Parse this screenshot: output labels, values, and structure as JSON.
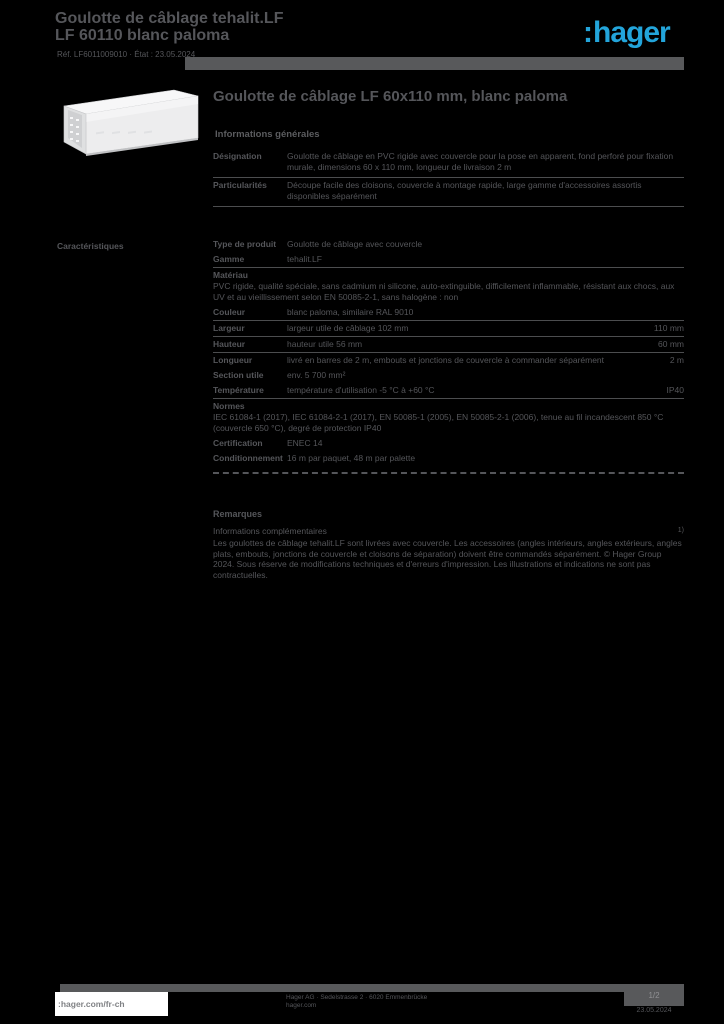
{
  "colors": {
    "background": "#000000",
    "text_gray": "#55565a",
    "band_gray": "#58595b",
    "logo_blue": "#23a5db",
    "footer_white": "#ffffff"
  },
  "header": {
    "title_line1": "Goulotte de câblage tehalit.LF",
    "title_line2": "LF 60110 blanc paloma",
    "meta_line": "Réf. LF6011009010 · État : 23.05.2024",
    "logo_colon": ":",
    "logo_text": "hager"
  },
  "product": {
    "title": "Goulotte de câblage LF 60x110 mm, blanc paloma",
    "section_label": "Informations générales",
    "info_rows": [
      {
        "label": "Désignation",
        "value": "Goulotte de câblage en PVC rigide avec couvercle pour la pose en apparent, fond perforé pour fixation murale, dimensions 60 x 110 mm, longueur de livraison 2 m"
      },
      {
        "label": "Particularités",
        "value": "Découpe facile des cloisons, couvercle à montage rapide, large gamme d'accessoires assortis disponibles séparément"
      }
    ]
  },
  "sidebar_label": "Caractéristiques",
  "specs": {
    "rows": [
      {
        "label": "Type de produit",
        "value": "Goulotte de câblage avec couvercle",
        "right": ""
      },
      {
        "label": "Gamme",
        "value": "tehalit.LF",
        "right": ""
      },
      {
        "label": "Matériau",
        "value": "PVC rigide, qualité spéciale, sans cadmium ni silicone, auto-extinguible, difficilement inflammable, résistant aux chocs, aux UV et au vieillissement selon EN 50085-2-1, sans halogène : non",
        "right": ""
      },
      {
        "label": "Couleur",
        "value": "blanc paloma, similaire RAL 9010",
        "right": ""
      },
      {
        "label": "Largeur",
        "value": "largeur utile de câblage 102 mm",
        "right": "110 mm"
      },
      {
        "label": "Hauteur",
        "value": "hauteur utile 56 mm",
        "right": "60 mm"
      },
      {
        "label": "Longueur",
        "value": "livré en barres de 2 m, embouts et jonctions de couvercle à commander séparément",
        "right": "2 m"
      },
      {
        "label": "Section utile",
        "value": "env. 5 700 mm²",
        "right": ""
      },
      {
        "label": "Température",
        "value": "température d'utilisation -5 °C à +60 °C",
        "right": "IP40"
      },
      {
        "label": "Normes",
        "value": "IEC 61084-1 (2017), IEC 61084-2-1 (2017), EN 50085-1 (2005), EN 50085-2-1 (2006), tenue au fil incandescent 850 °C (couvercle 650 °C), degré de protection IP40",
        "right": ""
      },
      {
        "label": "Certification",
        "value": "ENEC 14",
        "right": ""
      },
      {
        "label": "Conditionnement",
        "value": "16 m par paquet, 48 m par palette",
        "right": ""
      }
    ]
  },
  "notes": {
    "heading": "Remarques",
    "sub_label": "Informations complémentaires",
    "marker": "1)",
    "body": "Les goulottes de câblage tehalit.LF sont livrées avec couvercle. Les accessoires (angles intérieurs, angles extérieurs, angles plats, embouts, jonctions de couvercle et cloisons de séparation) doivent être commandés séparément. © Hager Group 2024. Sous réserve de modifications techniques et d'erreurs d'impression. Les illustrations et indications ne sont pas contractuelles."
  },
  "footer": {
    "website_prefix": ":",
    "website": "hager.com/fr-ch",
    "address_line1": "Hager AG · Sedelstrasse 2 · 6020 Emmenbrücke",
    "address_line2": "hager.com",
    "page_indicator": "1/2",
    "date": "23.05.2024"
  }
}
